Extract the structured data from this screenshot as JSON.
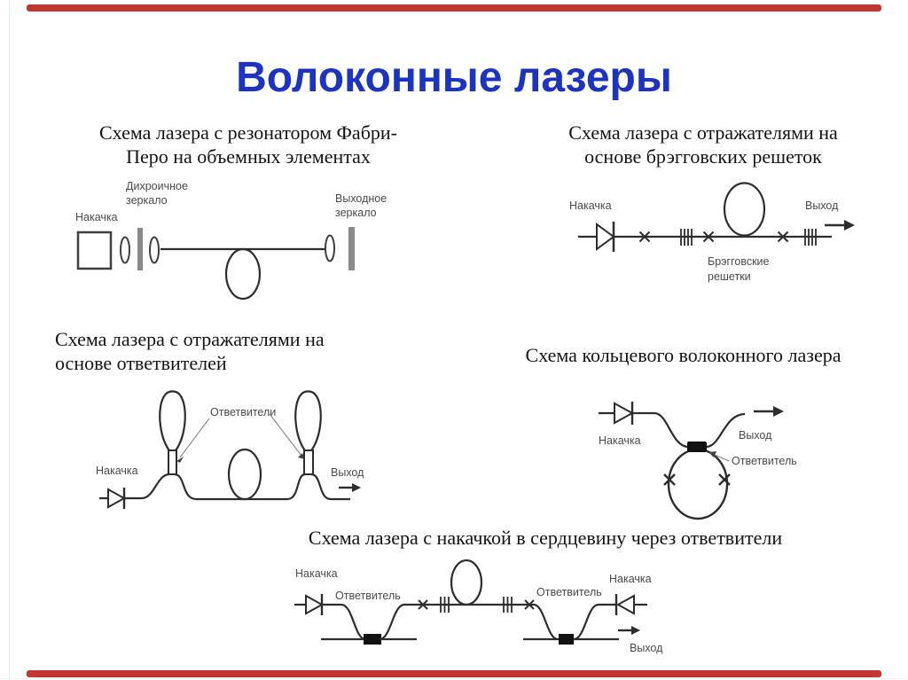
{
  "slide": {
    "title": "Волоконные лазеры",
    "accent_color": "#c23530",
    "title_color": "#1d34c0"
  },
  "diagram1": {
    "caption_line1": "Схема лазера с резонатором Фабри-",
    "caption_line2": "Перо на объемных элементах",
    "labels": {
      "pump": "Накачка",
      "dichroic_line1": "Дихроичное",
      "dichroic_line2": "зеркало",
      "output_mirror_line1": "Выходное",
      "output_mirror_line2": "зеркало"
    }
  },
  "diagram2": {
    "caption_line1": "Схема лазера с отражателями на",
    "caption_line2": "основе брэгговских решеток",
    "labels": {
      "pump": "Накачка",
      "output": "Выход",
      "gratings_line1": "Брэгговские",
      "gratings_line2": "решетки"
    }
  },
  "diagram3": {
    "caption_line1": "Схема лазера с отражателями на",
    "caption_line2": "основе ответвителей",
    "labels": {
      "pump": "Накачка",
      "couplers": "Ответвители",
      "output": "Выход"
    }
  },
  "diagram4": {
    "caption": "Схема кольцевого волоконного лазера",
    "labels": {
      "pump": "Накачка",
      "output": "Выход",
      "coupler": "Ответвитель"
    }
  },
  "diagram5": {
    "caption": "Схема лазера с накачкой в сердцевину через ответвители",
    "labels": {
      "pump_left": "Накачка",
      "coupler_left": "Ответвитель",
      "coupler_right": "Ответвитель",
      "pump_right": "Накачка",
      "output": "Выход"
    }
  }
}
